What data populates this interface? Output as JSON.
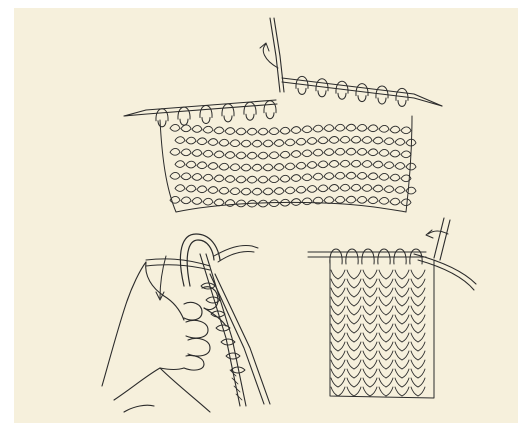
{
  "colors": {
    "paper": "#f6f0dc",
    "ink": "#2b2b2b",
    "page": "#ffffff"
  },
  "figures": [
    {
      "name": "garter-stitch-swatch-on-needles"
    },
    {
      "name": "hand-holding-needles-wrapping-yarn"
    },
    {
      "name": "stockinette-swatch-on-needles"
    }
  ]
}
